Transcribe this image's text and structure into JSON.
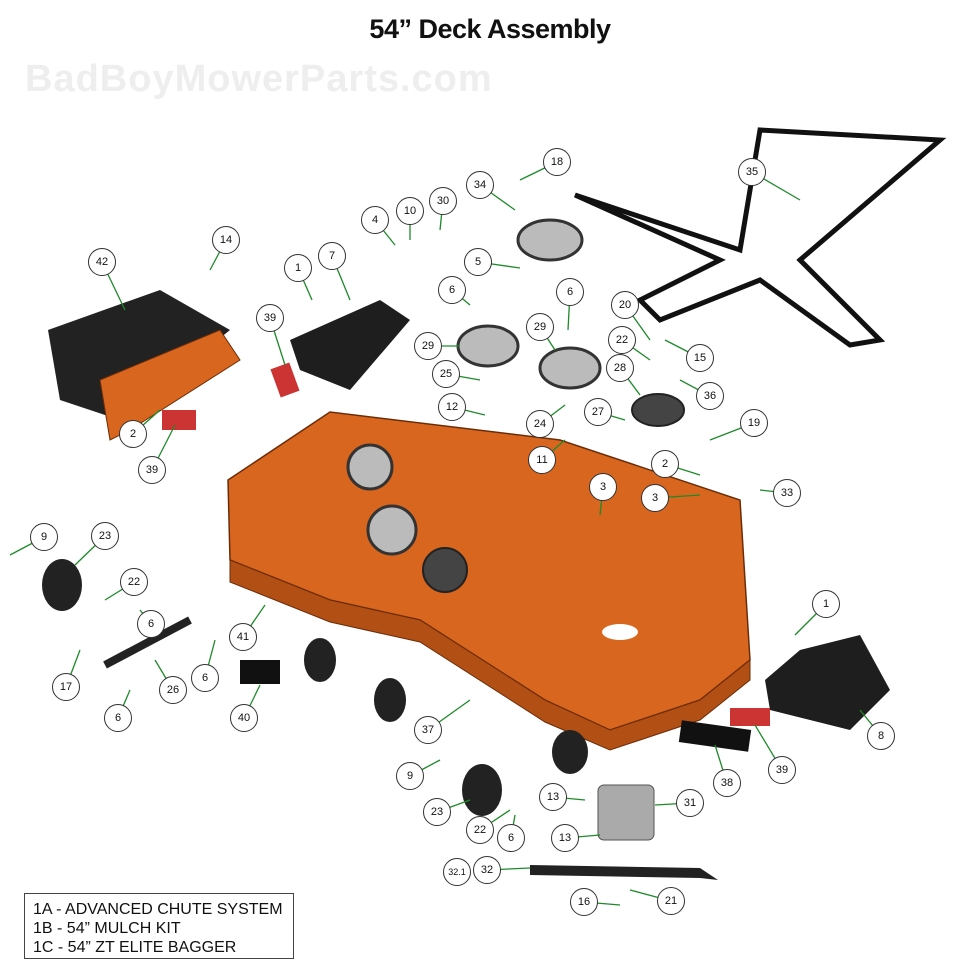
{
  "title": "54” Deck Assembly",
  "watermark": "BadBoyMowerParts.com",
  "colors": {
    "deck": "#d9661f",
    "leader": "#1e8a2a",
    "part": "#2a2a2a"
  },
  "callouts": [
    "18",
    "34",
    "35",
    "4",
    "10",
    "30",
    "14",
    "1",
    "7",
    "42",
    "5",
    "6",
    "6",
    "20",
    "39",
    "29",
    "29",
    "22",
    "15",
    "25",
    "28",
    "36",
    "12",
    "24",
    "27",
    "19",
    "2",
    "39",
    "11",
    "2",
    "3",
    "3",
    "33",
    "9",
    "23",
    "22",
    "6",
    "1",
    "41",
    "6",
    "17",
    "26",
    "6",
    "40",
    "37",
    "8",
    "38",
    "39",
    "9",
    "13",
    "31",
    "23",
    "22",
    "6",
    "13",
    "32.1",
    "32",
    "16",
    "21"
  ],
  "legend": [
    "1A - ADVANCED CHUTE SYSTEM",
    "1B - 54” MULCH KIT",
    "1C - 54” ZT ELITE BAGGER"
  ]
}
